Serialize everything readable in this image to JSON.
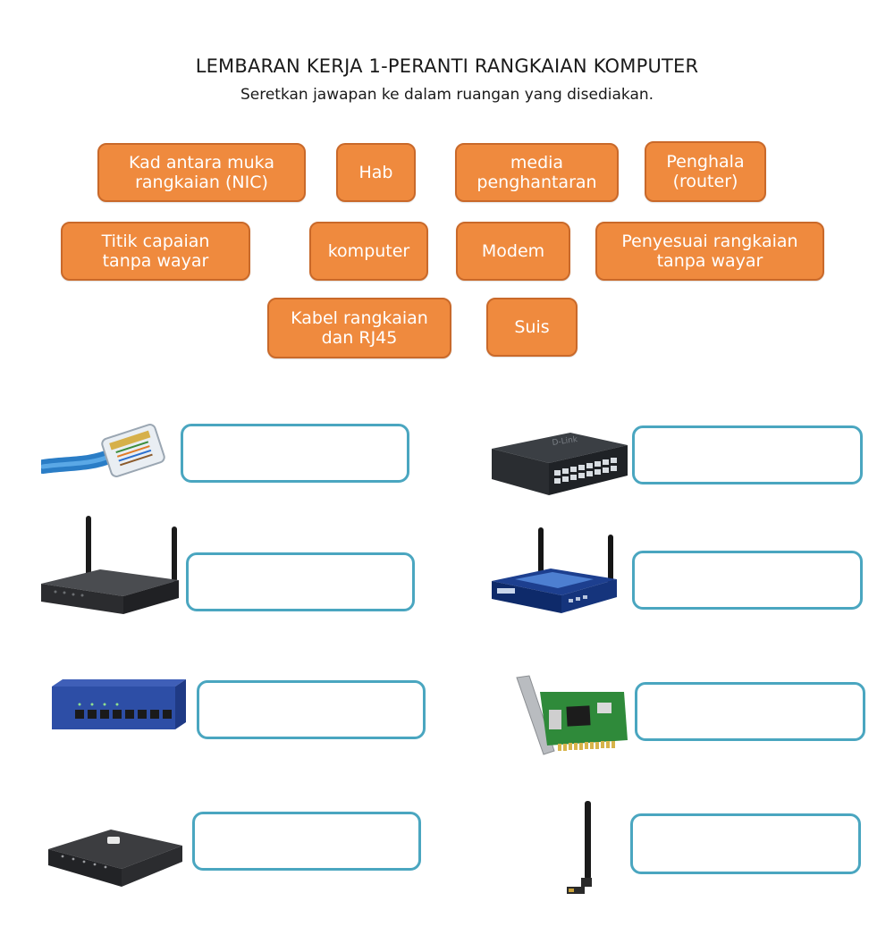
{
  "worksheet": {
    "title": "LEMBARAN KERJA 1-PERANTI RANGKAIAN KOMPUTER",
    "instruction": "Seretkan jawapan ke dalam ruangan yang disediakan."
  },
  "word_bank": [
    {
      "label": "Kad antara muka\nrangkaian (NIC)"
    },
    {
      "label": "Hab"
    },
    {
      "label": "media\npenghantaran"
    },
    {
      "label": "Penghala\n(router)"
    },
    {
      "label": "Titik capaian\ntanpa wayar"
    },
    {
      "label": "komputer"
    },
    {
      "label": "Modem"
    },
    {
      "label": "Penyesuai rangkaian\ntanpa wayar"
    },
    {
      "label": "Kabel rangkaian\ndan RJ45"
    },
    {
      "label": "Suis"
    }
  ],
  "pictures": [
    {
      "icon": "rj45-cable-icon"
    },
    {
      "icon": "network-switch-24port-icon"
    },
    {
      "icon": "wireless-access-point-icon"
    },
    {
      "icon": "wireless-router-icon"
    },
    {
      "icon": "hub-8port-icon"
    },
    {
      "icon": "nic-card-icon"
    },
    {
      "icon": "modem-icon"
    },
    {
      "icon": "wireless-adapter-antenna-icon"
    }
  ],
  "drop_targets": [
    {
      "value": ""
    },
    {
      "value": ""
    },
    {
      "value": ""
    },
    {
      "value": ""
    },
    {
      "value": ""
    },
    {
      "value": ""
    },
    {
      "value": ""
    },
    {
      "value": ""
    }
  ],
  "colors": {
    "chip_fill": "#ef8a3e",
    "chip_border": "#c9692a",
    "drop_border": "#4aa6c0"
  }
}
